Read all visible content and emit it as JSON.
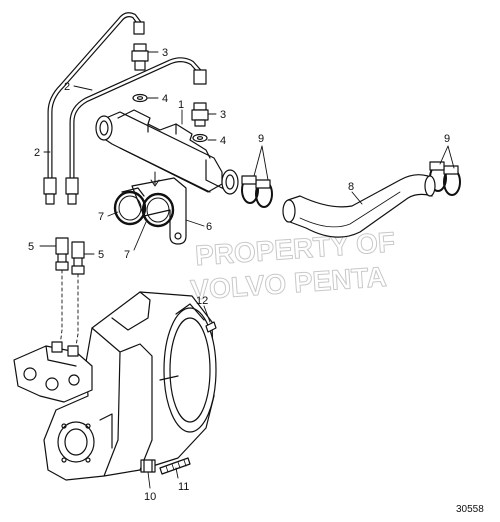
{
  "watermark": {
    "line1": "PROPERTY OF",
    "line2": "VOLVO PENTA"
  },
  "figure_number": "30558",
  "callouts": [
    {
      "id": "c1",
      "text": "1"
    },
    {
      "id": "c2a",
      "text": "2"
    },
    {
      "id": "c2b",
      "text": "2"
    },
    {
      "id": "c3a",
      "text": "3"
    },
    {
      "id": "c3b",
      "text": "3"
    },
    {
      "id": "c4a",
      "text": "4"
    },
    {
      "id": "c4b",
      "text": "4"
    },
    {
      "id": "c5a",
      "text": "5"
    },
    {
      "id": "c5b",
      "text": "5"
    },
    {
      "id": "c6",
      "text": "6"
    },
    {
      "id": "c7a",
      "text": "7"
    },
    {
      "id": "c7b",
      "text": "7"
    },
    {
      "id": "c8",
      "text": "8"
    },
    {
      "id": "c9a",
      "text": "9"
    },
    {
      "id": "c9b",
      "text": "9"
    },
    {
      "id": "c10",
      "text": "10"
    },
    {
      "id": "c11",
      "text": "11"
    },
    {
      "id": "c12",
      "text": "12"
    }
  ]
}
